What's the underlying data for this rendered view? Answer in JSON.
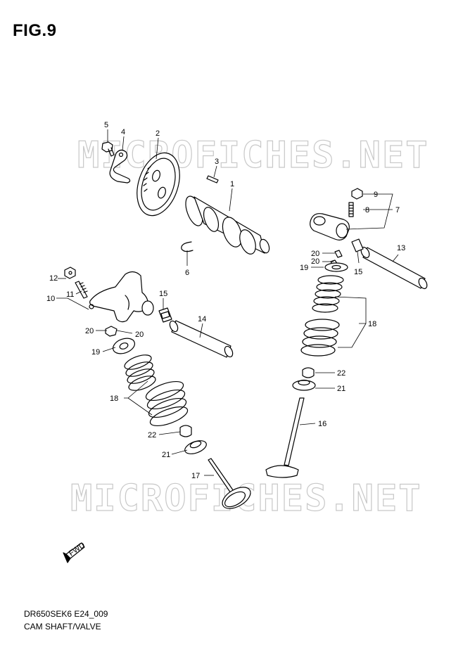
{
  "figure": {
    "title": "FIG.9",
    "code": "DR650SEK6 E24_009",
    "name": "CAM SHAFT/VALVE"
  },
  "watermark": {
    "text": "MICROFICHES.NET"
  },
  "fwd_marker": {
    "label": "FWD"
  },
  "callouts": {
    "c1": "1",
    "c2": "2",
    "c3": "3",
    "c4": "4",
    "c5": "5",
    "c6": "6",
    "c7": "7",
    "c8": "8",
    "c9": "9",
    "c10": "10",
    "c11": "11",
    "c12": "12",
    "c13": "13",
    "c14": "14",
    "c15a": "15",
    "c15b": "15",
    "c16": "16",
    "c17": "17",
    "c18a": "18",
    "c18b": "18",
    "c19a": "19",
    "c19b": "19",
    "c20a": "20",
    "c20b": "20",
    "c20c": "20",
    "c20d": "20",
    "c21a": "21",
    "c21b": "21",
    "c22a": "22",
    "c22b": "22"
  }
}
